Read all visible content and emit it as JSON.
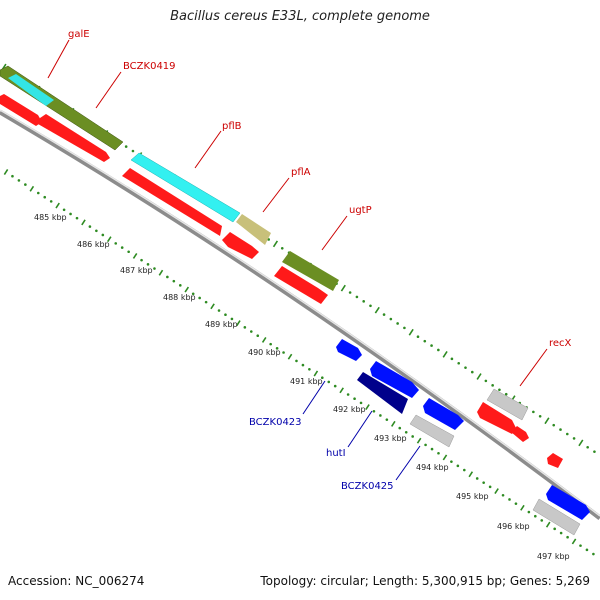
{
  "title": "Bacillus cereus E33L, complete genome",
  "footer": {
    "accession": "Accession: NC_006274",
    "summary": "Topology: circular; Length: 5,300,915 bp; Genes: 5,269"
  },
  "scale_ticks": [
    "485 kbp",
    "486 kbp",
    "487 kbp",
    "488 kbp",
    "489 kbp",
    "490 kbp",
    "491 kbp",
    "492 kbp",
    "493 kbp",
    "494 kbp",
    "495 kbp",
    "496 kbp",
    "497 kbp"
  ],
  "gene_labels": [
    {
      "text": "galE",
      "color": "#cc0000"
    },
    {
      "text": "BCZK0419",
      "color": "#cc0000"
    },
    {
      "text": "pflB",
      "color": "#cc0000"
    },
    {
      "text": "pflA",
      "color": "#cc0000"
    },
    {
      "text": "ugtP",
      "color": "#cc0000"
    },
    {
      "text": "recX",
      "color": "#cc0000"
    },
    {
      "text": "BCZK0423",
      "color": "#0000aa"
    },
    {
      "text": "hutI",
      "color": "#0000aa"
    },
    {
      "text": "BCZK0425",
      "color": "#0000aa"
    }
  ],
  "colors": {
    "red": "#ff0000",
    "olive": "#6b8e23",
    "cyan": "#00ffff",
    "khaki": "#bdb76b",
    "blue": "#0000ff",
    "navy": "#000080",
    "grey": "#bfbfbf",
    "backbone": "#8c8c8c",
    "tick": "#2e8b22"
  }
}
